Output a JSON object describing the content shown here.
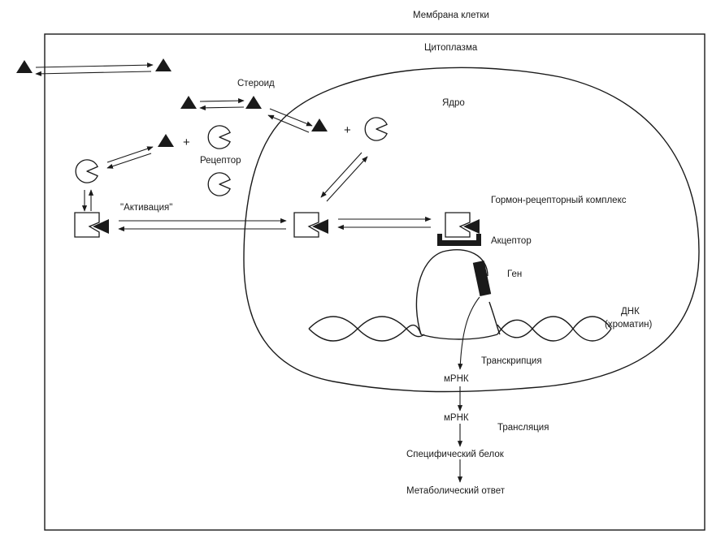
{
  "labels": {
    "membrane": "Мембрана клетки",
    "cytoplasm": "Цитоплазма",
    "steroid": "Стероид",
    "nucleus": "Ядро",
    "receptor": "Рецептор",
    "activation": "\"Активация\"",
    "hormone_receptor_complex": "Гормон-рецепторный комплекс",
    "acceptor": "Акцептор",
    "gene": "Ген",
    "dna_line1": "ДНК",
    "dna_line2": "(хроматин)",
    "transcription": "Транскрипция",
    "mrna_1": "мРНК",
    "mrna_2": "мРНК",
    "translation": "Трансляция",
    "specific_protein": "Специфический белок",
    "metabolic_response": "Метаболический ответ",
    "plus_1": "+",
    "plus_2": "+"
  }
}
